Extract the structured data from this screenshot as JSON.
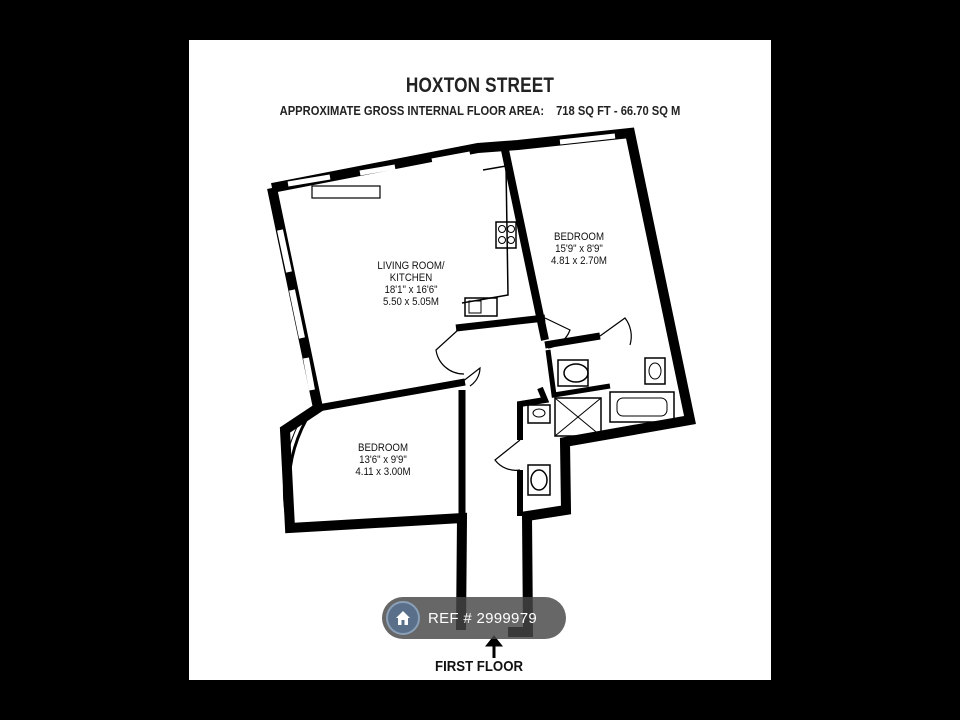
{
  "title": "HOXTON STREET",
  "subtitle": "APPROXIMATE GROSS INTERNAL FLOOR AREA:",
  "area": "718 SQ FT  -  66.70 SQ M",
  "rooms": [
    {
      "name": "LIVING ROOM/",
      "name2": "KITCHEN",
      "imperial": "18'1\" x 16'6\"",
      "metric": "5.50 x 5.05M"
    },
    {
      "name": "BEDROOM",
      "imperial": "15'9\" x 8'9\"",
      "metric": "4.81 x 2.70M"
    },
    {
      "name": "BEDROOM",
      "imperial": "13'6\" x 9'9\"",
      "metric": "4.11 x 3.00M"
    }
  ],
  "floor_label": "FIRST FLOOR",
  "ref_badge": {
    "text": "REF # 2999979",
    "icon": "home-icon"
  }
}
